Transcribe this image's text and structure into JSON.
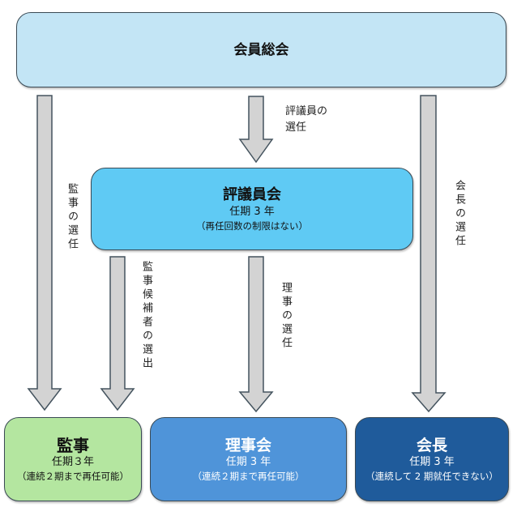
{
  "boxes": {
    "general_assembly": {
      "title": "会員総会",
      "color": "#c3e5f5"
    },
    "councilors": {
      "title": "評議員会",
      "term": "任期 3 年",
      "note": "（再任回数の制限はない）",
      "color": "#5fcaf4"
    },
    "auditors": {
      "title": "監事",
      "term": "任期３年",
      "note": "（連続２期まで再任可能）",
      "color": "#b4e6a0"
    },
    "board": {
      "title": "理事会",
      "term": "任期 3 年",
      "note": "（連続２期まで再任可能）",
      "color": "#4f94d9"
    },
    "president": {
      "title": "会長",
      "term": "任期 3 年",
      "note": "（連続して 2 期就任できない）",
      "color": "#1f5b9b"
    }
  },
  "arrows": {
    "assembly_to_auditors": {
      "label": "監事の選任"
    },
    "assembly_to_councilors": {
      "label_line1": "評議員の",
      "label_line2": "選任"
    },
    "assembly_to_president": {
      "label": "会長の選任"
    },
    "councilors_to_auditors": {
      "label": "監事候補者の選出"
    },
    "councilors_to_board": {
      "label": "理事の選任"
    }
  },
  "arrow_color": "#d3d3d3",
  "arrow_stroke": "#44535e"
}
